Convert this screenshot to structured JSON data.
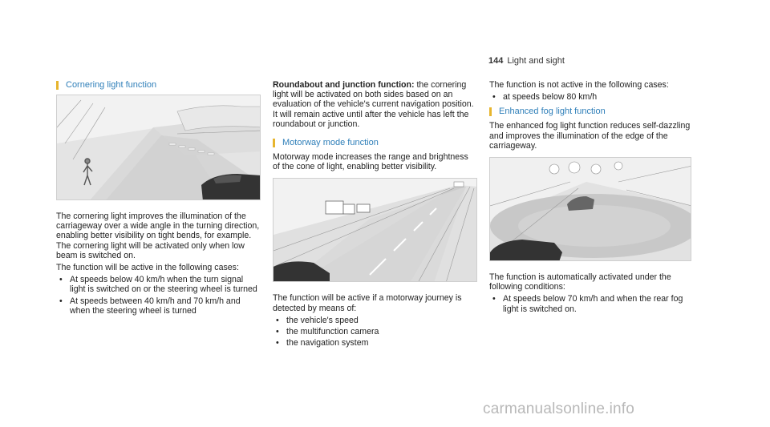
{
  "header": {
    "page_number": "144",
    "section": "Light and sight"
  },
  "col1": {
    "title": "Cornering light function",
    "para1": "The cornering light improves the illumination of the carriageway over a wide angle in the turning direction, enabling better visibility on tight bends, for example. The cornering light will be activated only when low beam is switched on.",
    "para2": "The function will be active in the following cases:",
    "bullets": [
      "At speeds below 40 km/h when the turn signal light is switched on or the steering wheel is turned",
      "At speeds between 40 km/h and 70 km/h and when the steering wheel is turned"
    ]
  },
  "col2": {
    "lead": "Roundabout and junction function:",
    "lead_text": " the cornering light will be activated on both sides based on an evaluation of the vehicle's current navigation position. It will remain active until after the vehicle has left the roundabout or junction.",
    "title": "Motorway mode function",
    "para1": "Motorway mode increases the range and brightness of the cone of light, enabling better visibility.",
    "para2": "The function will be active if a motorway journey is detected by means of:",
    "bullets": [
      "the vehicle's speed",
      "the multifunction camera",
      "the navigation system"
    ]
  },
  "col3": {
    "para0": "The function is not active in the following cases:",
    "bullets0": [
      "at speeds below 80 km/h"
    ],
    "title": "Enhanced fog light function",
    "para1": "The enhanced fog light function reduces self-dazzling and improves the illumination of the edge of the carriageway.",
    "para2": "The function is automatically activated under the following conditions:",
    "bullets": [
      "At speeds below 70 km/h and when the rear fog light is switched on."
    ]
  },
  "watermark": "carmanualsonline.info"
}
